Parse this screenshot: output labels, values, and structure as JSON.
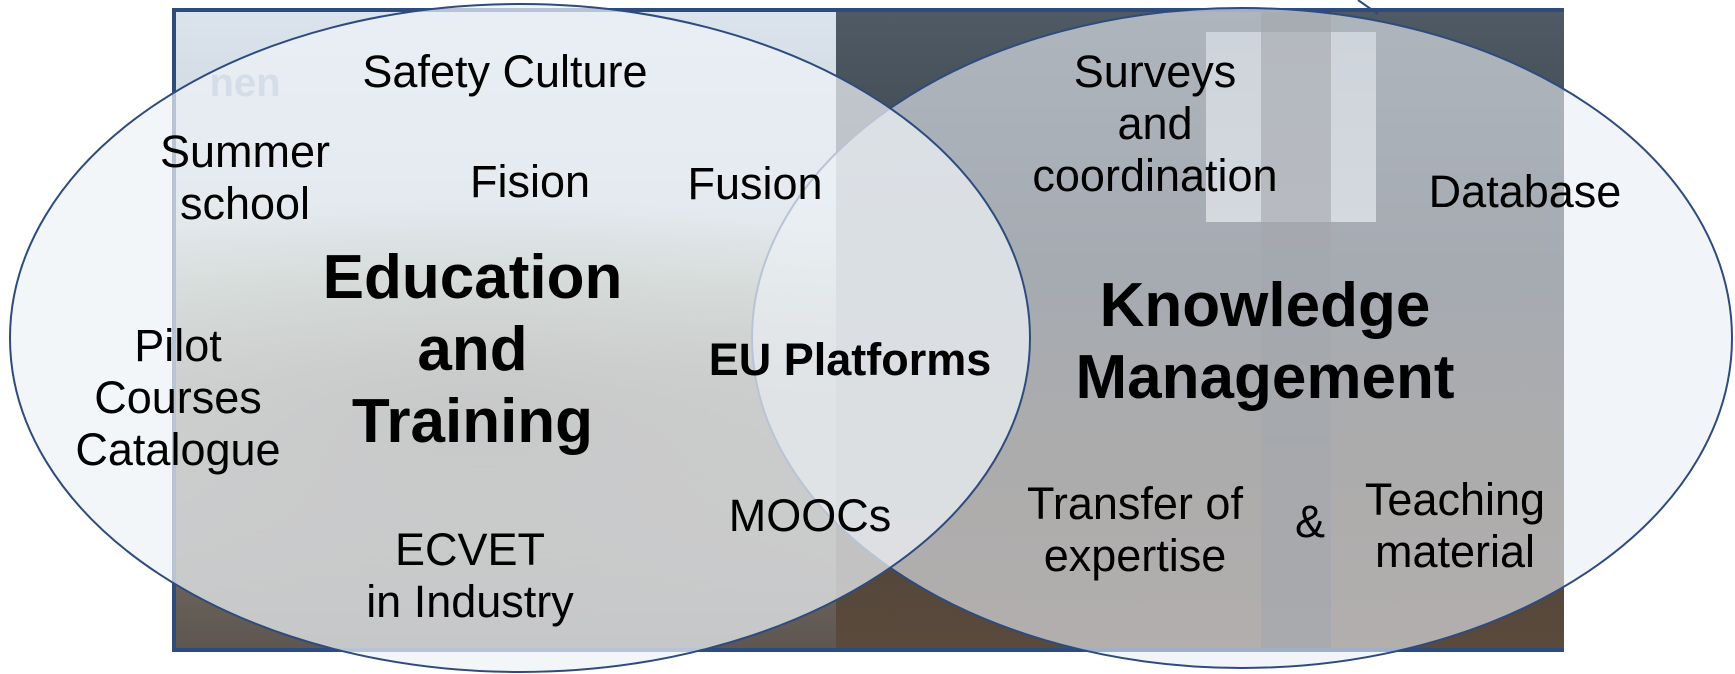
{
  "colors": {
    "ellipse_fill": "#e8eef4",
    "ellipse_stroke": "#2e4b7e",
    "frame_border": "#2e4b7e"
  },
  "logo_text": "nen",
  "left_ellipse": {
    "title": "Education\nand\nTraining",
    "items": {
      "safety_culture": "Safety Culture",
      "summer_school": "Summer\nschool",
      "fision": "Fision",
      "fusion": "Fusion",
      "pilot_courses": "Pilot\nCourses\nCatalogue",
      "eu_platforms": "EU Platforms",
      "moocs": "MOOCs",
      "ecvet": "ECVET\nin Industry"
    }
  },
  "right_ellipse": {
    "title": "Knowledge\nManagement",
    "items": {
      "surveys": "Surveys\nand\ncoordination",
      "database": "Database",
      "transfer": "Transfer of\nexpertise",
      "ampersand": "&",
      "teaching": "Teaching\nmaterial"
    }
  }
}
